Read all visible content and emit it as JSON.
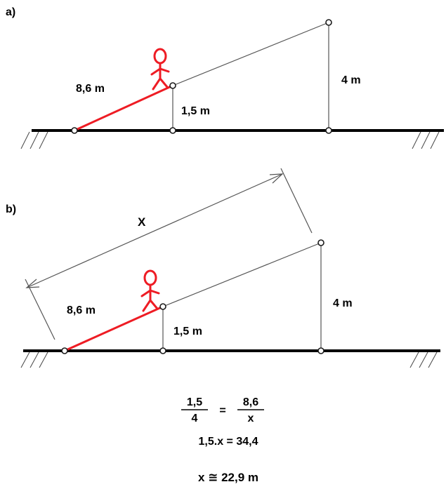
{
  "colors": {
    "ramp": "#ee1c24",
    "person": "#ee1c24",
    "lines": "#555555",
    "ground": "#000000"
  },
  "part_a": {
    "tag": "a)",
    "ramp_length": "8,6 m",
    "small_height": "1,5 m",
    "big_height": "4 m"
  },
  "part_b": {
    "tag": "b)",
    "unknown": "X",
    "ramp_length": "8,6 m",
    "small_height": "1,5 m",
    "big_height": "4 m"
  },
  "solution": {
    "frac_left_num": "1,5",
    "frac_left_den": "4",
    "equals": "=",
    "frac_right_num": "8,6",
    "frac_right_den": "x",
    "step2": "1,5.x = 34,4",
    "result": "x ≅ 22,9 m"
  }
}
